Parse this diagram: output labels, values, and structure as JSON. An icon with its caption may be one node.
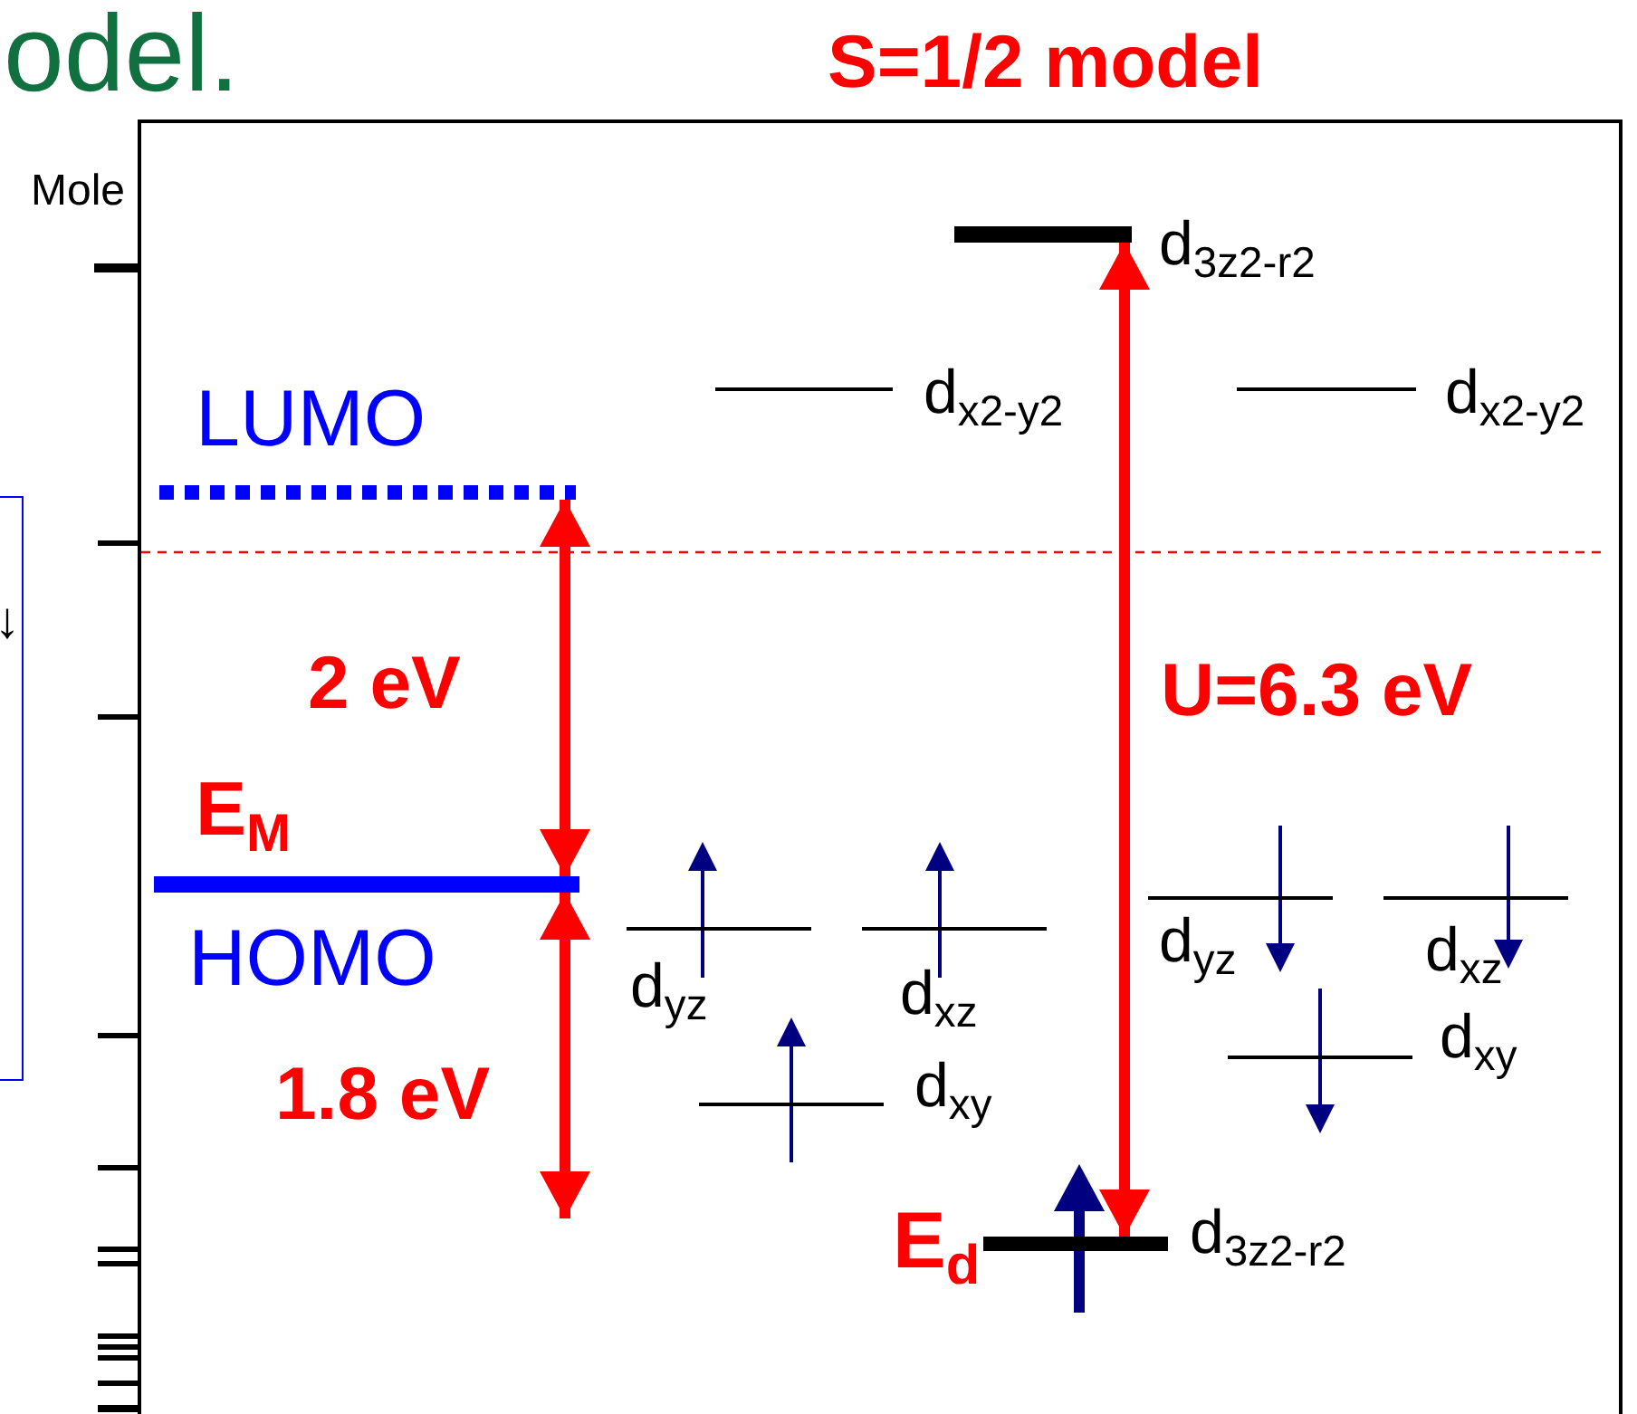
{
  "diagram": {
    "title": "S=1/2 model",
    "nodes": [
      {
        "text": [
          "↓"
        ]
      },
      {
        "text": [],
        "shape": "bar",
        "beside": [
          "LUMO"
        ]
      },
      {
        "text": [],
        "shape": "bar",
        "beside": [
          "E$_{M}$",
          "HOMO"
        ]
      },
      {
        "text": [],
        "shape": "bar",
        "beside": [
          "d$_{3z2-r2}$"
        ]
      },
      {
        "text": [],
        "shape": "bar",
        "beside": [
          "d$_{x2-y2}$"
        ]
      },
      {
        "text": [],
        "shape": "bar",
        "beside": [
          "d$_{x2-y2}$"
        ]
      },
      {
        "text": [],
        "shape": "bar",
        "beside": [
          "d$_{yz}$"
        ]
      },
      {
        "text": [],
        "shape": "bar",
        "beside": [
          "d$_{xz}$"
        ]
      },
      {
        "text": [],
        "shape": "bar",
        "beside": [
          "d$_{xy}$"
        ]
      },
      {
        "text": [],
        "shape": "bar",
        "beside": [
          "d$_{yz}$"
        ]
      },
      {
        "text": [],
        "shape": "bar",
        "beside": [
          "d$_{xz}$"
        ]
      },
      {
        "text": [],
        "shape": "bar",
        "beside": [
          "d$_{xy}$"
        ]
      },
      {
        "text": [],
        "shape": "bar",
        "beside": [
          "E$_{d}$",
          "d$_{3z2-r2}$"
        ]
      }
    ],
    "edges": [
      {
        "from": 2,
        "to": 1,
        "arrow": "both",
        "label": "2 eV"
      },
      {
        "from": 2,
        "to": null,
        "arrow": "both",
        "label": "1.8 eV"
      },
      {
        "from": 3,
        "to": 12,
        "arrow": "both",
        "label": "U=6.3 eV"
      }
    ],
    "labels": [
      "odel.",
      "Mole"
    ]
  }
}
